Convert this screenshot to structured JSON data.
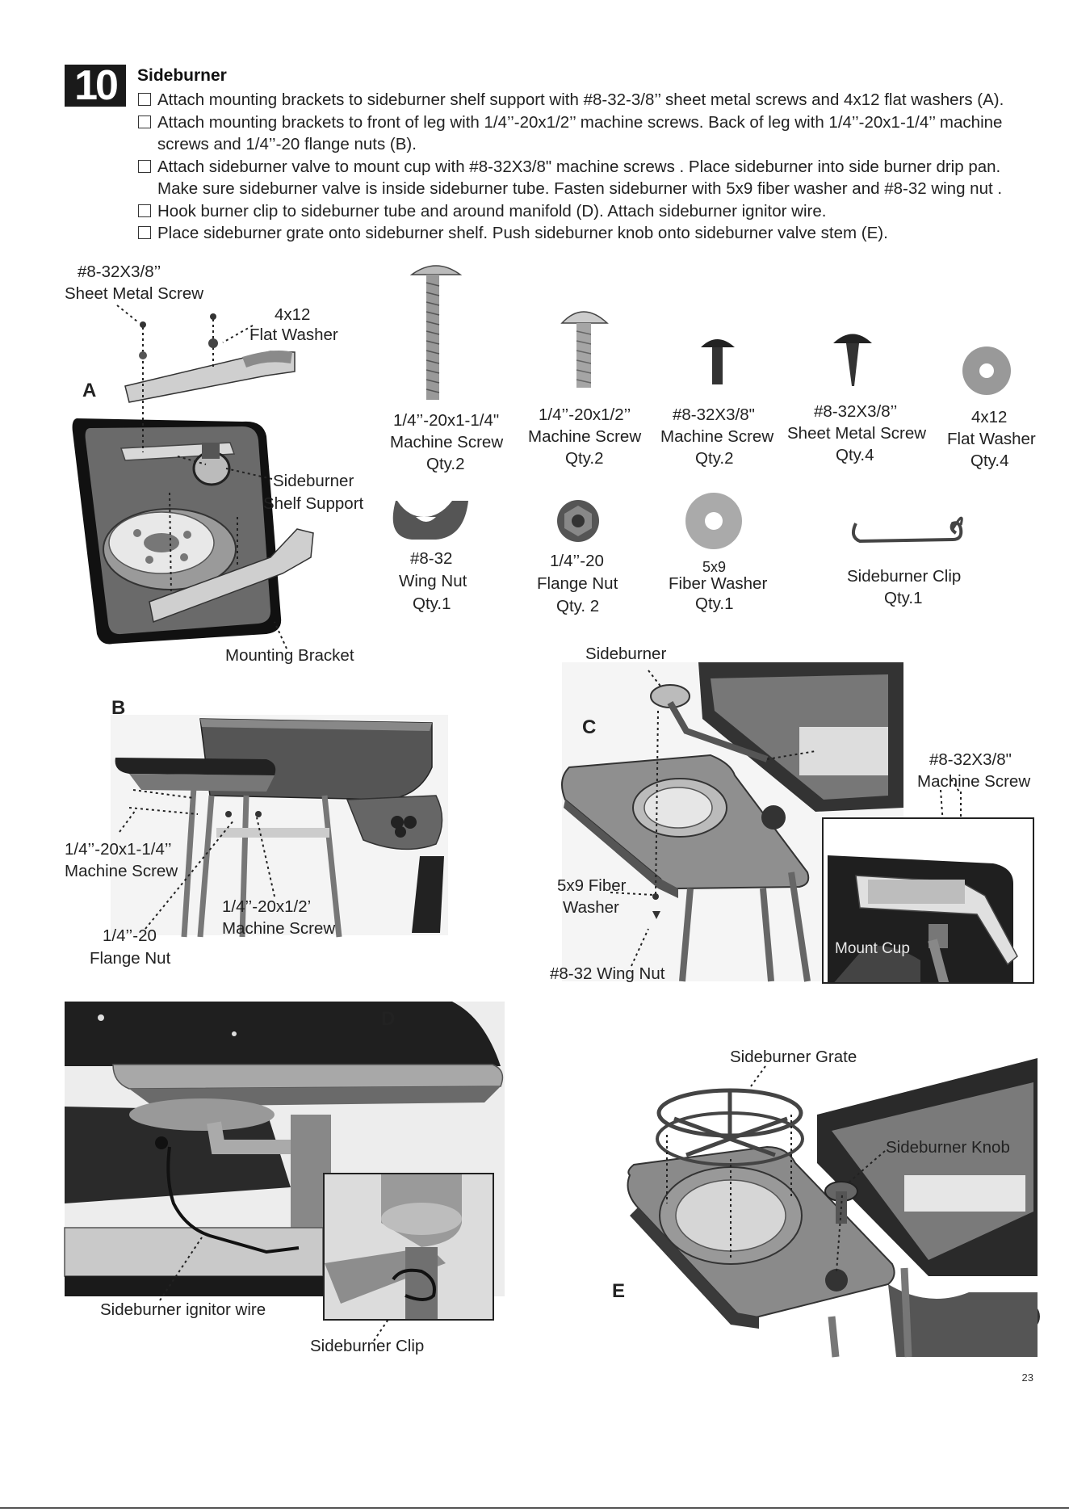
{
  "step": {
    "number": "10",
    "title": "Sideburner",
    "instructions": [
      "Attach mounting brackets to sideburner shelf support with #8-32-3/8’’ sheet metal screws and 4x12 flat washers (A).",
      "Attach mounting brackets to front of leg with 1/4’’-20x1/2’’ machine screws. Back of leg with 1/4’’-20x1-1/4’’ machine screws and 1/4’’-20 flange nuts (B).",
      "Attach sideburner valve to mount cup with #8-32X3/8\" machine screws . Place sideburner into side burner drip pan. Make sure sideburner valve is inside sideburner tube. Fasten sideburner with 5x9 fiber washer and #8-32 wing nut .",
      "Hook burner clip to sideburner tube and around manifold (D). Attach sideburner ignitor wire.",
      "Place sideburner grate onto sideburner shelf. Push sideburner knob onto sideburner valve stem (E)."
    ]
  },
  "panel_a": {
    "letter": "A",
    "screw_size": "#8-32X3/8’’",
    "screw_name": "Sheet Metal Screw",
    "washer_size": "4x12",
    "washer_name": "Flat Washer",
    "shelf_support_1": "Sideburner",
    "shelf_support_2": "Shelf Support",
    "mounting_bracket": "Mounting Bracket"
  },
  "hardware": [
    {
      "size": "1/4’’-20x1-1/4\"",
      "name": "Machine Screw",
      "qty": "Qty.2"
    },
    {
      "size": "1/4’’-20x1/2’’",
      "name": "Machine Screw",
      "qty": "Qty.2"
    },
    {
      "size": "#8-32X3/8\"",
      "name": "Machine Screw",
      "qty": "Qty.2"
    },
    {
      "size": "#8-32X3/8’’",
      "name": "Sheet Metal Screw",
      "qty": "Qty.4"
    },
    {
      "size": "4x12",
      "name": "Flat Washer",
      "qty": "Qty.4"
    },
    {
      "size": "#8-32",
      "name": "Wing Nut",
      "qty": "Qty.1"
    },
    {
      "size": "1/4’’-20",
      "name": "Flange Nut",
      "qty": "Qty. 2"
    },
    {
      "size": "5x9",
      "name": "Fiber Washer",
      "qty": "Qty.1"
    },
    {
      "size": "Sideburner Clip",
      "name": "Qty.1"
    }
  ],
  "panel_b": {
    "letter": "B",
    "long_screw_1": "1/4’’-20x1-1/4’’",
    "long_screw_2": "Machine Screw",
    "short_screw_1": "1/4’’-20x1/2’",
    "short_screw_2": "Machine Screw",
    "flange_nut_1": "1/4’’-20",
    "flange_nut_2": "Flange Nut"
  },
  "panel_c": {
    "letter": "C",
    "sideburner": "Sideburner",
    "screw_1": "#8-32X3/8\"",
    "screw_2": "Machine Screw",
    "fiber_washer_1": "5x9 Fiber",
    "fiber_washer_2": "Washer",
    "wing_nut": "#8-32 Wing Nut",
    "mount_cup": "Mount Cup"
  },
  "panel_d": {
    "letter": "D",
    "ignitor_wire": "Sideburner ignitor wire",
    "clip": "Sideburner Clip"
  },
  "panel_e": {
    "letter": "E",
    "grate": "Sideburner Grate",
    "knob": "Sideburner Knob"
  },
  "page_number": "23"
}
